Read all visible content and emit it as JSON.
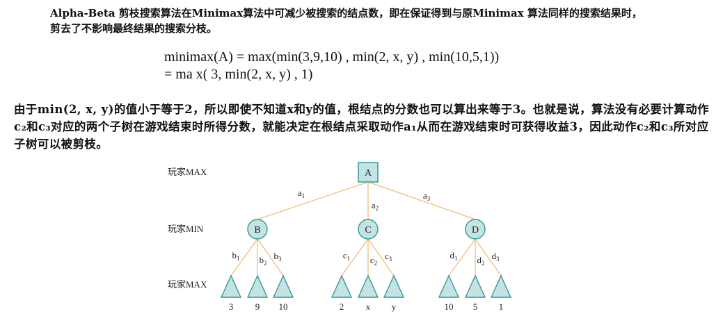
{
  "intro": {
    "text": "Alpha-Beta 剪枝搜索算法在Minimax算法中可减少被搜索的结点数，即在保证得到与原Minimax 算法同样的搜索结果时，剪去了不影响最终结果的搜索分枝。"
  },
  "formula": {
    "line1": "minimax(A) = max(min(3,9,10) , min(2, x, y) , min(10,5,1))",
    "line2": "= ma x( 3, min(2, x, y) , 1)"
  },
  "paragraph": {
    "text": "由于min(2, x, y)的值小于等于2，所以即使不知道x和y的值，根结点的分数也可以算出来等于3。也就是说，算法没有必要计算动作c₂和c₃对应的两个子树在游戏结束时所得分数，就能决定在根结点采取动作a₁从而在游戏结束时可获得收益3，因此动作c₂和c₃所对应子树可以被剪枝。"
  },
  "tree": {
    "colors": {
      "node_fill": "#c6e3e3",
      "node_stroke": "#2e9a9a",
      "edge": "#f0b873",
      "text": "#222222"
    },
    "player_labels": [
      "玩家MAX",
      "玩家MIN",
      "玩家MAX"
    ],
    "root": "A",
    "root_edges": [
      {
        "main": "a",
        "sub": "1"
      },
      {
        "main": "a",
        "sub": "2"
      },
      {
        "main": "a",
        "sub": "3"
      }
    ],
    "min_nodes": [
      {
        "label": "B",
        "edges": [
          {
            "main": "b",
            "sub": "1"
          },
          {
            "main": "b",
            "sub": "2"
          },
          {
            "main": "b",
            "sub": "3"
          }
        ],
        "leaves": [
          "3",
          "9",
          "10"
        ]
      },
      {
        "label": "C",
        "edges": [
          {
            "main": "c",
            "sub": "1"
          },
          {
            "main": "c",
            "sub": "2"
          },
          {
            "main": "c",
            "sub": "3"
          }
        ],
        "leaves": [
          "2",
          "x",
          "y"
        ]
      },
      {
        "label": "D",
        "edges": [
          {
            "main": "d",
            "sub": "1"
          },
          {
            "main": "d",
            "sub": "2"
          },
          {
            "main": "d",
            "sub": "3"
          }
        ],
        "leaves": [
          "10",
          "5",
          "1"
        ]
      }
    ]
  }
}
